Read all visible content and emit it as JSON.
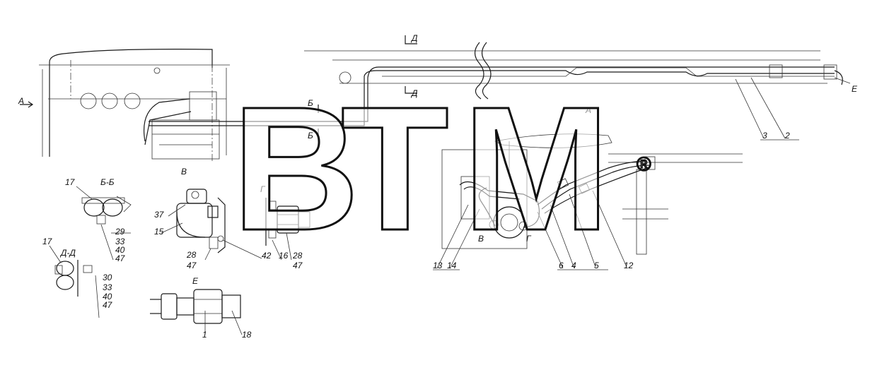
{
  "views": {
    "arrow_a": "A",
    "section_bb_mark_top": "Б",
    "section_bb_mark_bottom": "Б",
    "section_dd_mark_top": "Д",
    "section_dd_mark_bottom": "Д",
    "view_a_title": "A",
    "view_v_title": "В",
    "view_g_title": "Г",
    "view_e_title": "Е",
    "section_bb_title": "Б-Б",
    "section_dd_title": "Д-Д",
    "view_v_callout": "В",
    "view_g_callout": "Г",
    "view_e_callout": "Е"
  },
  "callouts": {
    "c17a": "17",
    "c29": "29",
    "c33a": "33",
    "c40a": "40",
    "c47a": "47",
    "c17b": "17",
    "c30": "30",
    "c33b": "33",
    "c40b": "40",
    "c47b": "47",
    "c37": "37",
    "c15": "15",
    "c28a": "28",
    "c47c": "47",
    "c42": "42",
    "c16": "16",
    "c28b": "28",
    "c47d": "47",
    "c1": "1",
    "c18": "18",
    "c13": "13",
    "c14": "14",
    "c6": "6",
    "c4": "4",
    "c5": "5",
    "c12": "12",
    "c3": "3",
    "c2": "2"
  },
  "watermark": {
    "letters": [
      "B",
      "T",
      "M"
    ],
    "registered": "®"
  }
}
